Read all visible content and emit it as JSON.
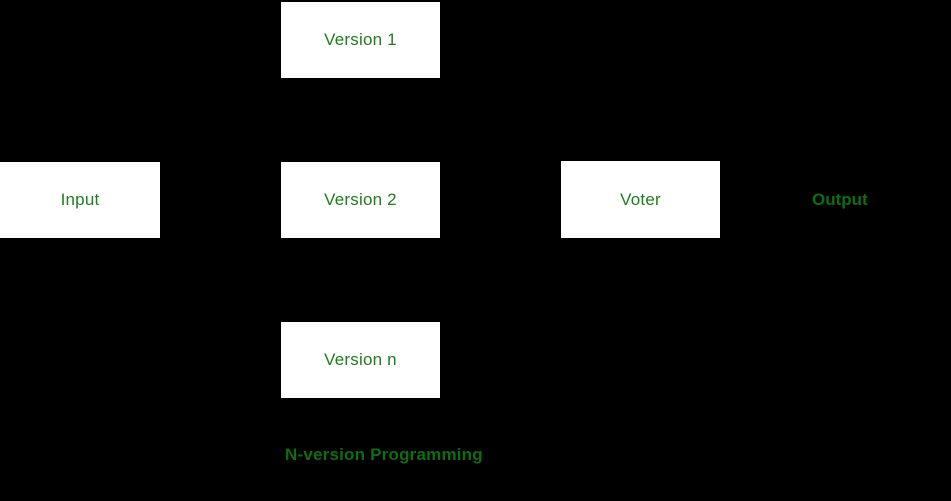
{
  "diagram": {
    "caption": "N-version Programming",
    "colors": {
      "background": "#000000",
      "box_fill": "#ffffff",
      "box_label_green": "#1e7e1e",
      "accent_label_green": "#0e6e0e"
    },
    "nodes": [
      {
        "id": "input",
        "label": "Input"
      },
      {
        "id": "version-1",
        "label": "Version 1"
      },
      {
        "id": "version-2",
        "label": "Version 2"
      },
      {
        "id": "version-n",
        "label": "Version n"
      },
      {
        "id": "voter",
        "label": "Voter"
      },
      {
        "id": "output",
        "label": "Output"
      }
    ]
  }
}
